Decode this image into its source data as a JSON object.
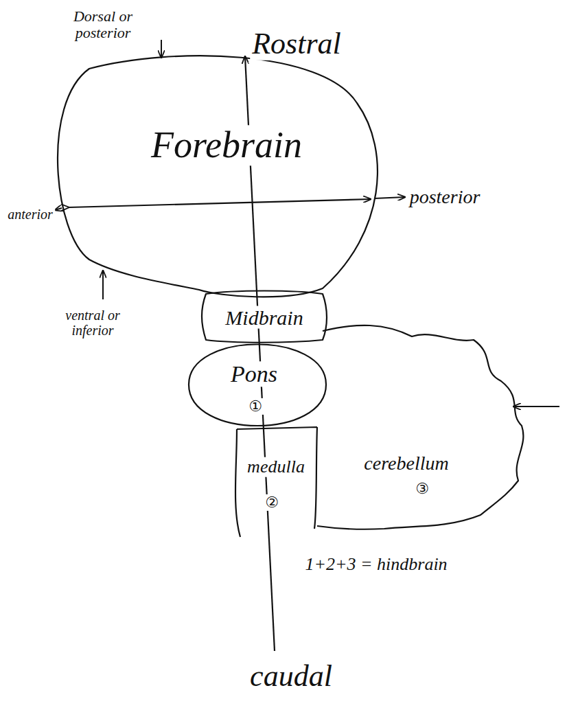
{
  "diagram": {
    "nodes": [
      {
        "text": [
          "Forebrain"
        ]
      },
      {
        "text": [
          "Midbrain"
        ]
      },
      {
        "text": [
          "Pons",
          "①"
        ]
      },
      {
        "text": [
          "medulla",
          "②"
        ]
      },
      {
        "text": [
          "cerebellum",
          "③"
        ]
      }
    ],
    "labels": [
      "Dorsal or posterior",
      "Rostral",
      "posterior",
      "anterior",
      "ventral or inferior",
      "1+2+3 = hindbrain",
      "caudal"
    ]
  }
}
